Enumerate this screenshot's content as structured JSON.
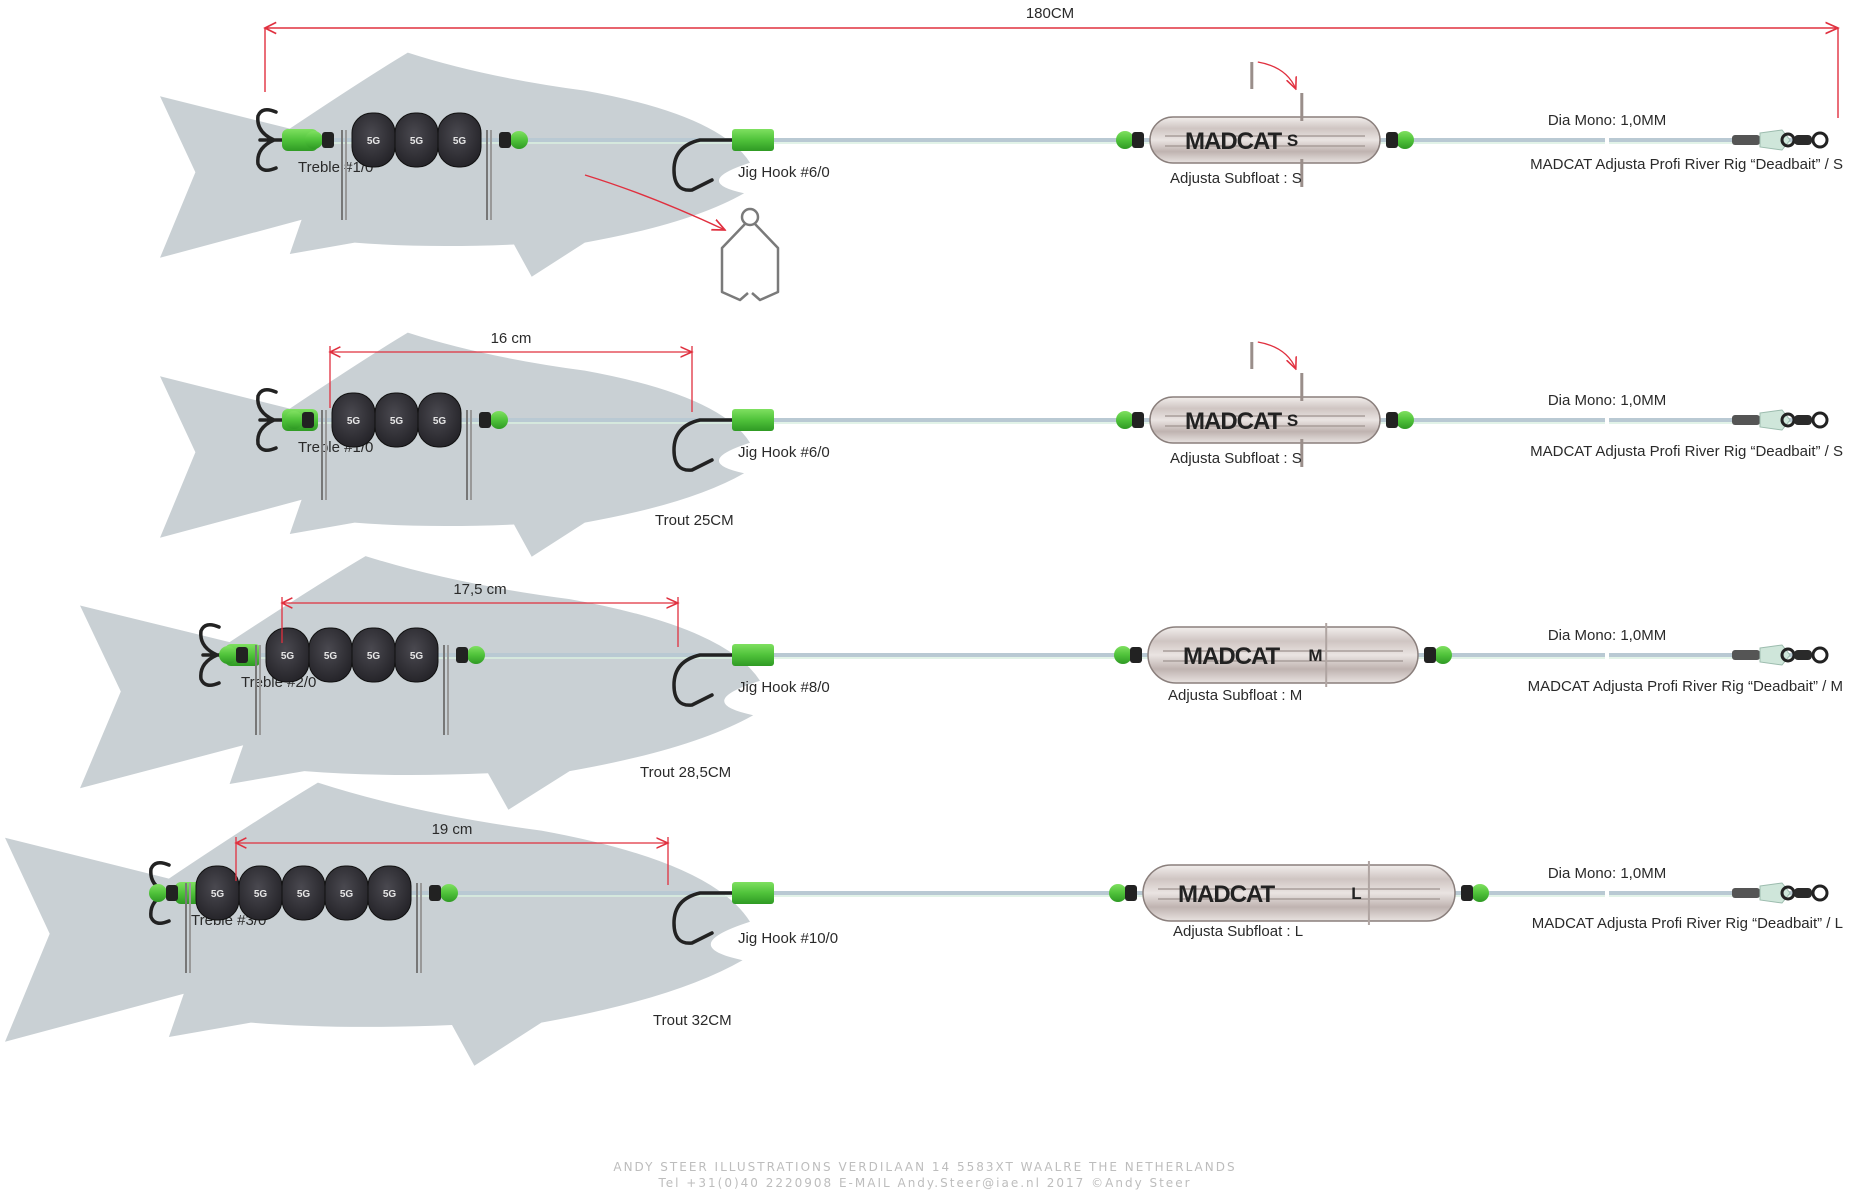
{
  "overall_length": "180CM",
  "colors": {
    "fish": "#c9d0d4",
    "line": "#b9c9d3",
    "dimension": "#e0303f",
    "green": "#4fc23a",
    "lead": "#2c2b30",
    "float": "#d8cfcc"
  },
  "rigs": [
    {
      "treble_label": "Treble #1/0",
      "jig_label": "Jig Hook #6/0",
      "trout_label": "",
      "dimension_label": "",
      "weights": [
        "5G",
        "5G",
        "5G"
      ],
      "mono_label": "Dia Mono: 1,0MM",
      "float_brand": "MADCAT",
      "float_size": "S",
      "float_label": "Adjusta Subfloat : S",
      "rig_name": "MADCAT Adjusta Profi River Rig “Deadbait” / S"
    },
    {
      "treble_label": "Treble #1/0",
      "jig_label": "Jig Hook #6/0",
      "trout_label": "Trout 25CM",
      "dimension_label": "16 cm",
      "weights": [
        "5G",
        "5G",
        "5G"
      ],
      "mono_label": "Dia Mono: 1,0MM",
      "float_brand": "MADCAT",
      "float_size": "S",
      "float_label": "Adjusta Subfloat : S",
      "rig_name": "MADCAT Adjusta Profi River Rig “Deadbait” / S"
    },
    {
      "treble_label": "Treble #2/0",
      "jig_label": "Jig Hook #8/0",
      "trout_label": "Trout 28,5CM",
      "dimension_label": "17,5 cm",
      "weights": [
        "5G",
        "5G",
        "5G",
        "5G"
      ],
      "mono_label": "Dia Mono: 1,0MM",
      "float_brand": "MADCAT",
      "float_size": "M",
      "float_label": "Adjusta Subfloat : M",
      "rig_name": "MADCAT Adjusta Profi River Rig “Deadbait” / M"
    },
    {
      "treble_label": "Treble #3/0",
      "jig_label": "Jig Hook #10/0",
      "trout_label": "Trout 32CM",
      "dimension_label": "19 cm",
      "weights": [
        "5G",
        "5G",
        "5G",
        "5G",
        "5G"
      ],
      "mono_label": "Dia Mono: 1,0MM",
      "float_brand": "MADCAT",
      "float_size": "L",
      "float_label": "Adjusta Subfloat : L",
      "rig_name": "MADCAT Adjusta Profi River Rig “Deadbait” / L"
    }
  ],
  "footer": {
    "line1": "ANDY STEER ILLUSTRATIONS  VERDILAAN 14  5583XT  WAALRE  THE NETHERLANDS",
    "line2": "Tel +31(0)40 2220908   E-MAIL Andy.Steer@iae.nl  2017 ©Andy Steer"
  }
}
